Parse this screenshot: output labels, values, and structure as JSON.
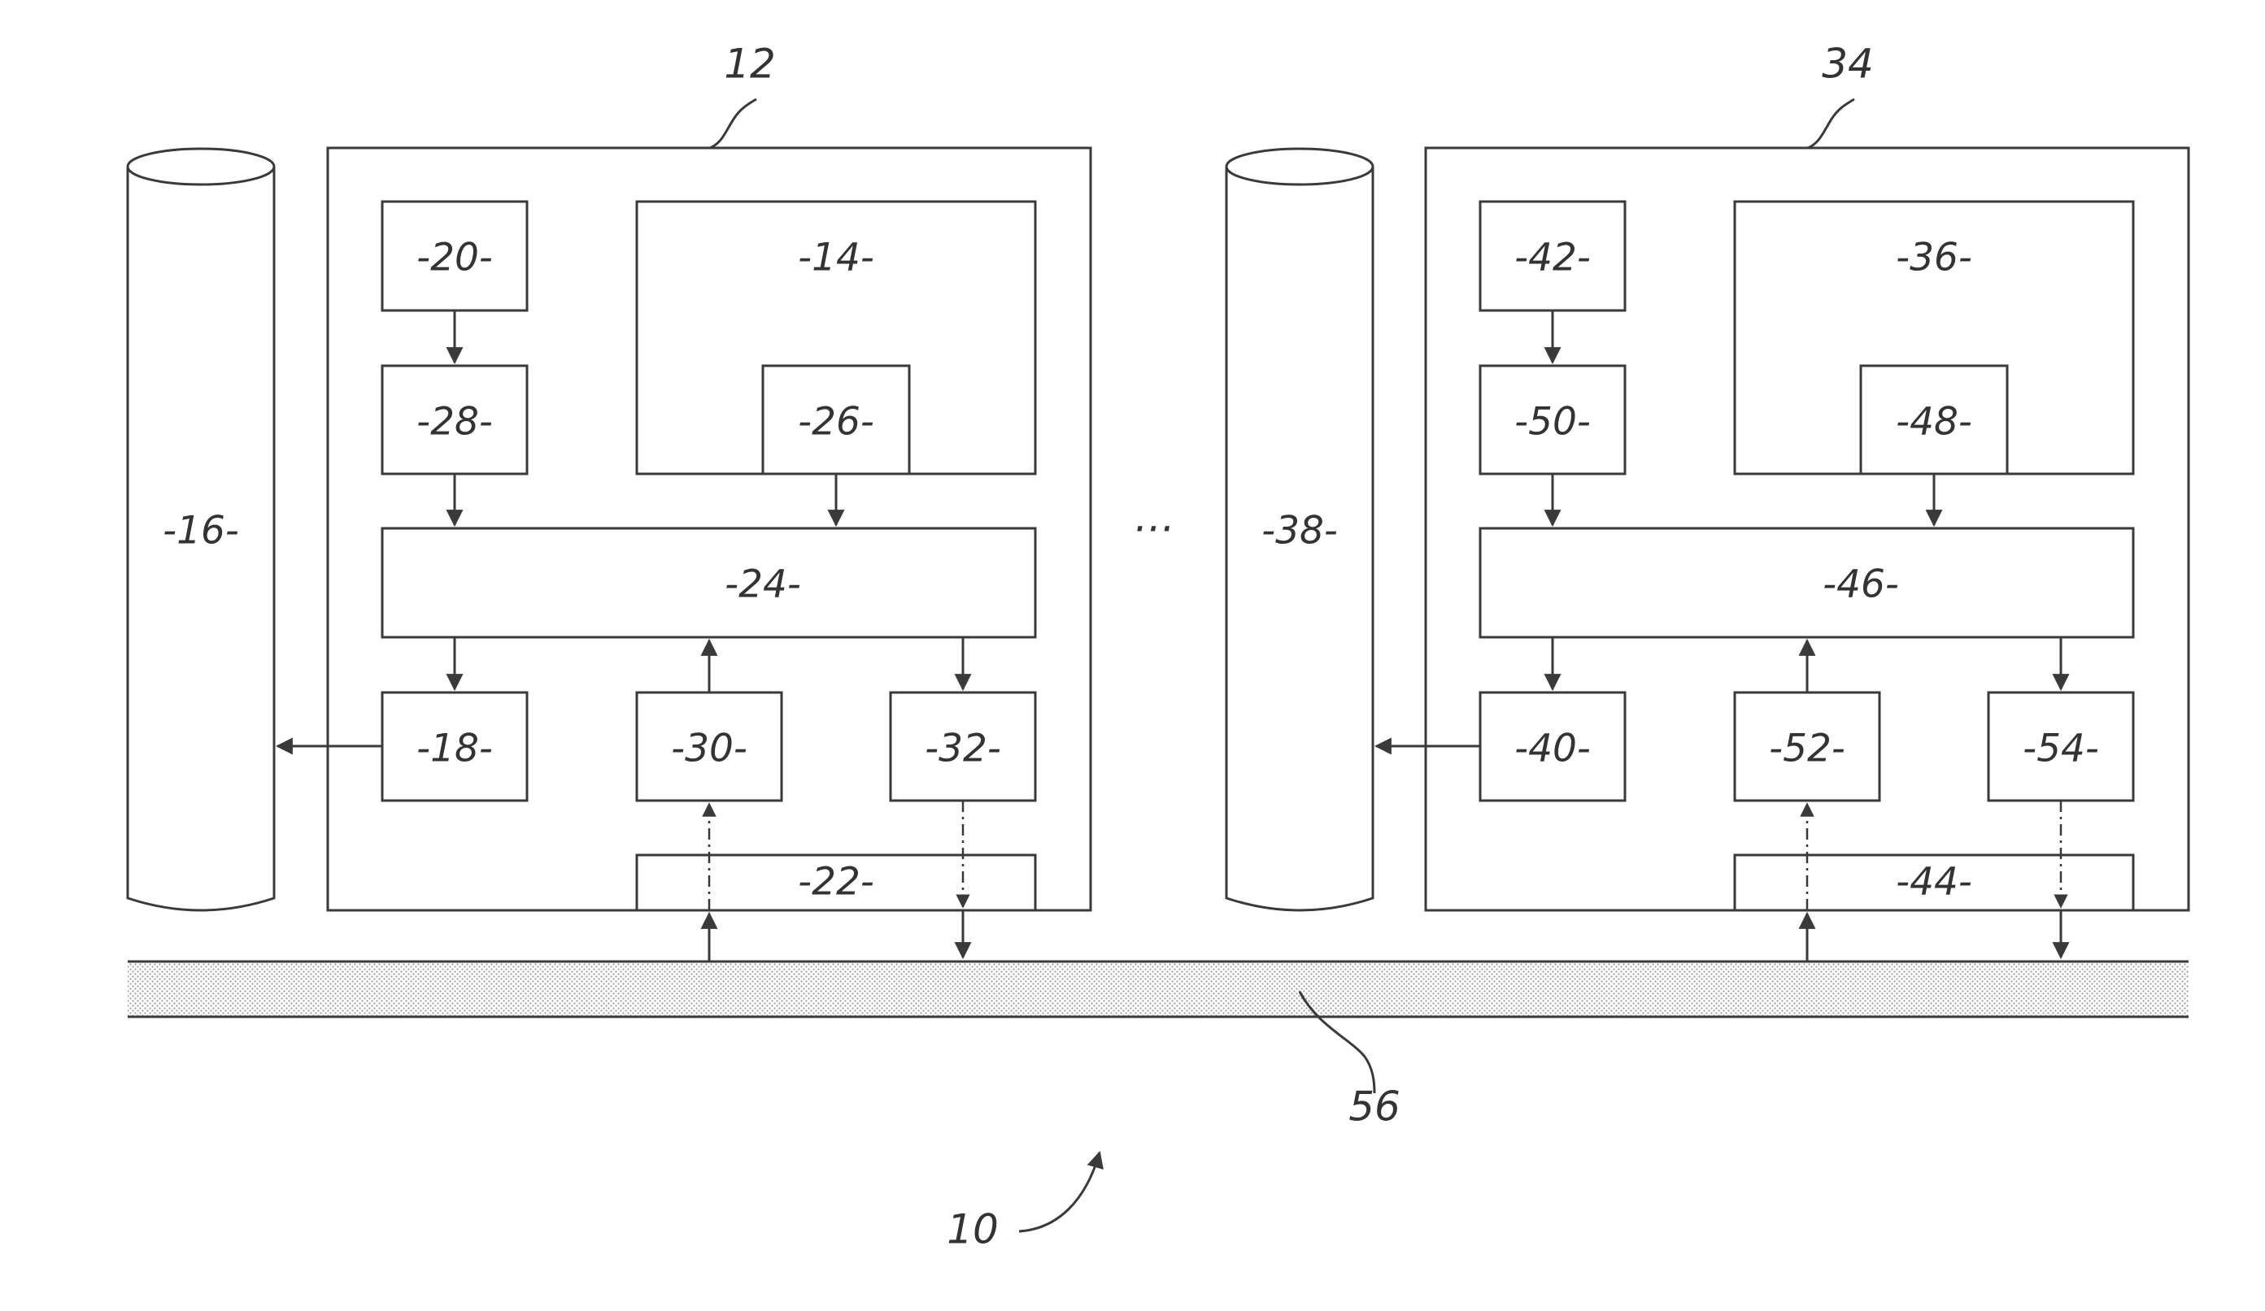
{
  "figure": {
    "system_ref": "10",
    "bus_ref": "56",
    "ellipsis": "…"
  },
  "nodes": [
    {
      "ref": "12",
      "storage": "-16-",
      "blocks": {
        "top_left": "-20-",
        "mid_left": "-28-",
        "big": "-14-",
        "inner": "-26-",
        "wide": "-24-",
        "out_left": "-18-",
        "up_mid": "-30-",
        "down_right": "-32-",
        "interface": "-22-"
      }
    },
    {
      "ref": "34",
      "storage": "-38-",
      "blocks": {
        "top_left": "-42-",
        "mid_left": "-50-",
        "big": "-36-",
        "inner": "-48-",
        "wide": "-46-",
        "out_left": "-40-",
        "up_mid": "-52-",
        "down_right": "-54-",
        "interface": "-44-"
      }
    }
  ]
}
